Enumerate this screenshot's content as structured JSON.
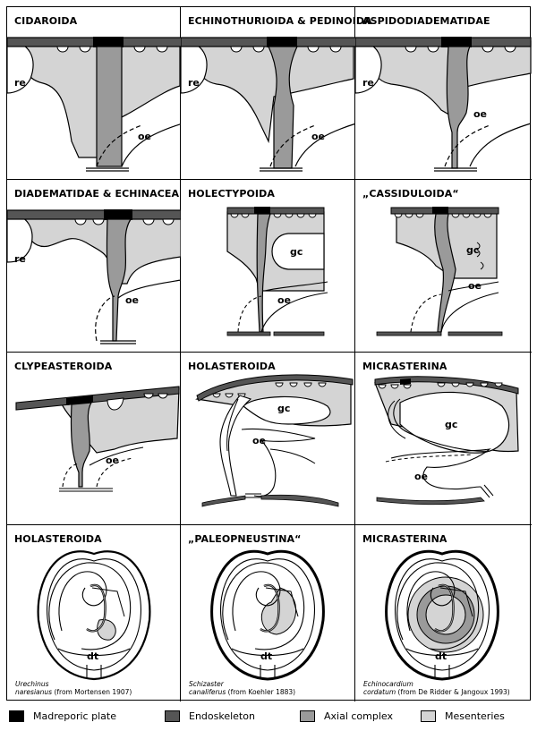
{
  "panels": [
    {
      "id": "p1",
      "title": "CIDAROIDA",
      "labels": [
        "re",
        "oe"
      ]
    },
    {
      "id": "p2",
      "title": "ECHINOTHURIOIDA & PEDINOIDA",
      "labels": [
        "re",
        "oe"
      ]
    },
    {
      "id": "p3",
      "title": "ASPIDODIADEMATIDAE",
      "labels": [
        "re",
        "oe"
      ]
    },
    {
      "id": "p4",
      "title": "DIADEMATIDAE & ECHINACEA",
      "labels": [
        "re",
        "oe"
      ]
    },
    {
      "id": "p5",
      "title": "HOLECTYPOIDA",
      "labels": [
        "gc",
        "oe"
      ]
    },
    {
      "id": "p6",
      "title": "„CASSIDULOIDA“",
      "labels": [
        "gc",
        "oe"
      ]
    },
    {
      "id": "p7",
      "title": "CLYPEASTEROIDA",
      "labels": [
        "oe"
      ]
    },
    {
      "id": "p8",
      "title": "HOLASTEROIDA",
      "labels": [
        "gc",
        "oe"
      ]
    },
    {
      "id": "p9",
      "title": "MICRASTERINA",
      "labels": [
        "gc",
        "oe"
      ]
    },
    {
      "id": "p10",
      "title": "HOLASTEROIDA",
      "labels": [
        "dt"
      ],
      "cite_species_a": "Urechinus",
      "cite_species_b": "naresianus",
      "cite_source": "(from Mortensen 1907)"
    },
    {
      "id": "p11",
      "title": "„PALEOPNEUSTINA“",
      "labels": [
        "dt"
      ],
      "cite_species_a": "Schizaster",
      "cite_species_b": "canaliferus",
      "cite_source": "(from Koehler 1883)"
    },
    {
      "id": "p12",
      "title": "MICRASTERINA",
      "labels": [
        "dt"
      ],
      "cite_species_a": "Echinocardium",
      "cite_species_b": "cordatum",
      "cite_source": "(from De Ridder & Jangoux 1993)"
    }
  ],
  "legend": [
    {
      "id": "madreporic",
      "label": "Madreporic plate",
      "color": "#000000"
    },
    {
      "id": "endoskeleton",
      "label": "Endoskeleton",
      "color": "#555555"
    },
    {
      "id": "axial",
      "label": "Axial complex",
      "color": "#9a9a9a"
    },
    {
      "id": "mesenteries",
      "label": "Mesenteries",
      "color": "#d4d4d4"
    }
  ]
}
